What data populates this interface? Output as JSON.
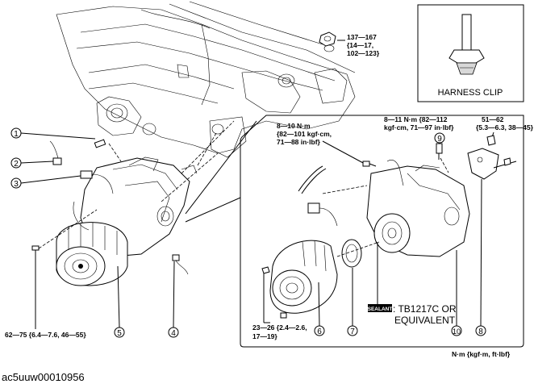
{
  "diagram_id": "ac5uuw00010956",
  "units_note": "N·m {kgf·m, ft·lbf}",
  "harness_clip_label": "HARNESS CLIP",
  "sealant": {
    "badge": "SEALANT",
    "text_line1": ": TB1217C OR",
    "text_line2": "EQUIVALENT"
  },
  "torques": {
    "t_top_right": [
      "137—167",
      "{14—17,",
      "102—123}"
    ],
    "t_bolt_left": [
      "62—75 {6.4—7.6, 46—55}"
    ],
    "t_inset_8_10": [
      "8—10 N·m",
      "{82—101 kgf·cm,",
      "71—88 in·lbf}"
    ],
    "t_inset_8_11": [
      "8—11 N·m {82—112",
      "kgf·cm, 71—97 in·lbf}"
    ],
    "t_inset_51_62": [
      "51—62",
      "{5.3—6.3, 38—45}"
    ],
    "t_inset_23_26": [
      "23—26 {2.4—2.6,",
      "17—19}"
    ]
  },
  "callouts": [
    "1",
    "2",
    "3",
    "4",
    "5",
    "6",
    "7",
    "8",
    "9",
    "10"
  ]
}
